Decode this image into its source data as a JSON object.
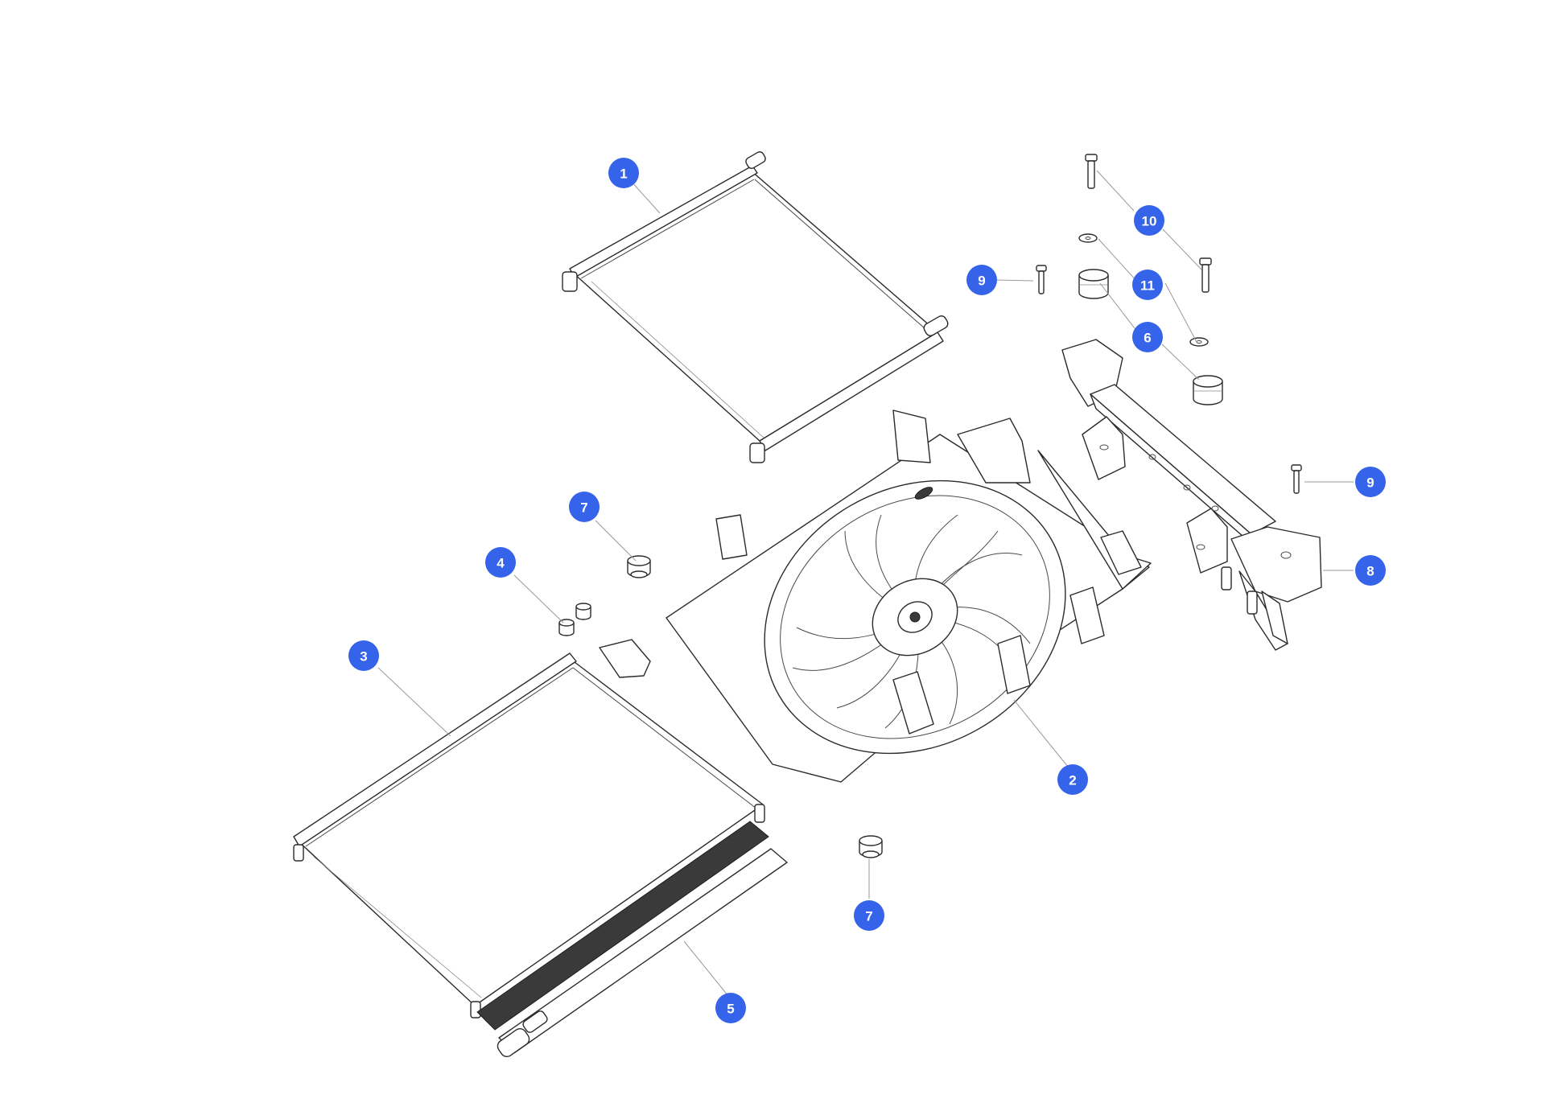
{
  "diagram": {
    "accent_color": "#3563e9",
    "callouts": [
      {
        "label": "1"
      },
      {
        "label": "10"
      },
      {
        "label": "9"
      },
      {
        "label": "11"
      },
      {
        "label": "6"
      },
      {
        "label": "9"
      },
      {
        "label": "7"
      },
      {
        "label": "8"
      },
      {
        "label": "4"
      },
      {
        "label": "3"
      },
      {
        "label": "2"
      },
      {
        "label": "7"
      },
      {
        "label": "5"
      }
    ]
  }
}
